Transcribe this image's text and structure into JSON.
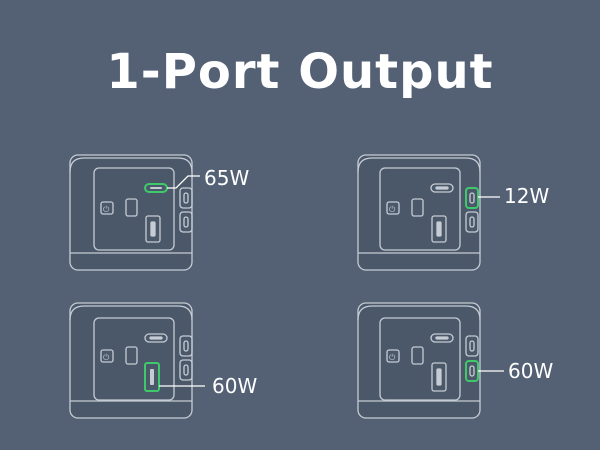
{
  "title": "1-Port Output",
  "colors": {
    "background": "#546174",
    "outline": "#c6ccd4",
    "device_fill": "#4b586a",
    "highlight": "#3fc96a"
  },
  "panels": [
    {
      "id": "top-left",
      "label": "65W",
      "active_port": "usb-c-top"
    },
    {
      "id": "top-right",
      "label": "12W",
      "active_port": "side-usb-c-1"
    },
    {
      "id": "bottom-left",
      "label": "60W",
      "active_port": "usb-a"
    },
    {
      "id": "bottom-right",
      "label": "60W",
      "active_port": "side-usb-c-2"
    }
  ]
}
